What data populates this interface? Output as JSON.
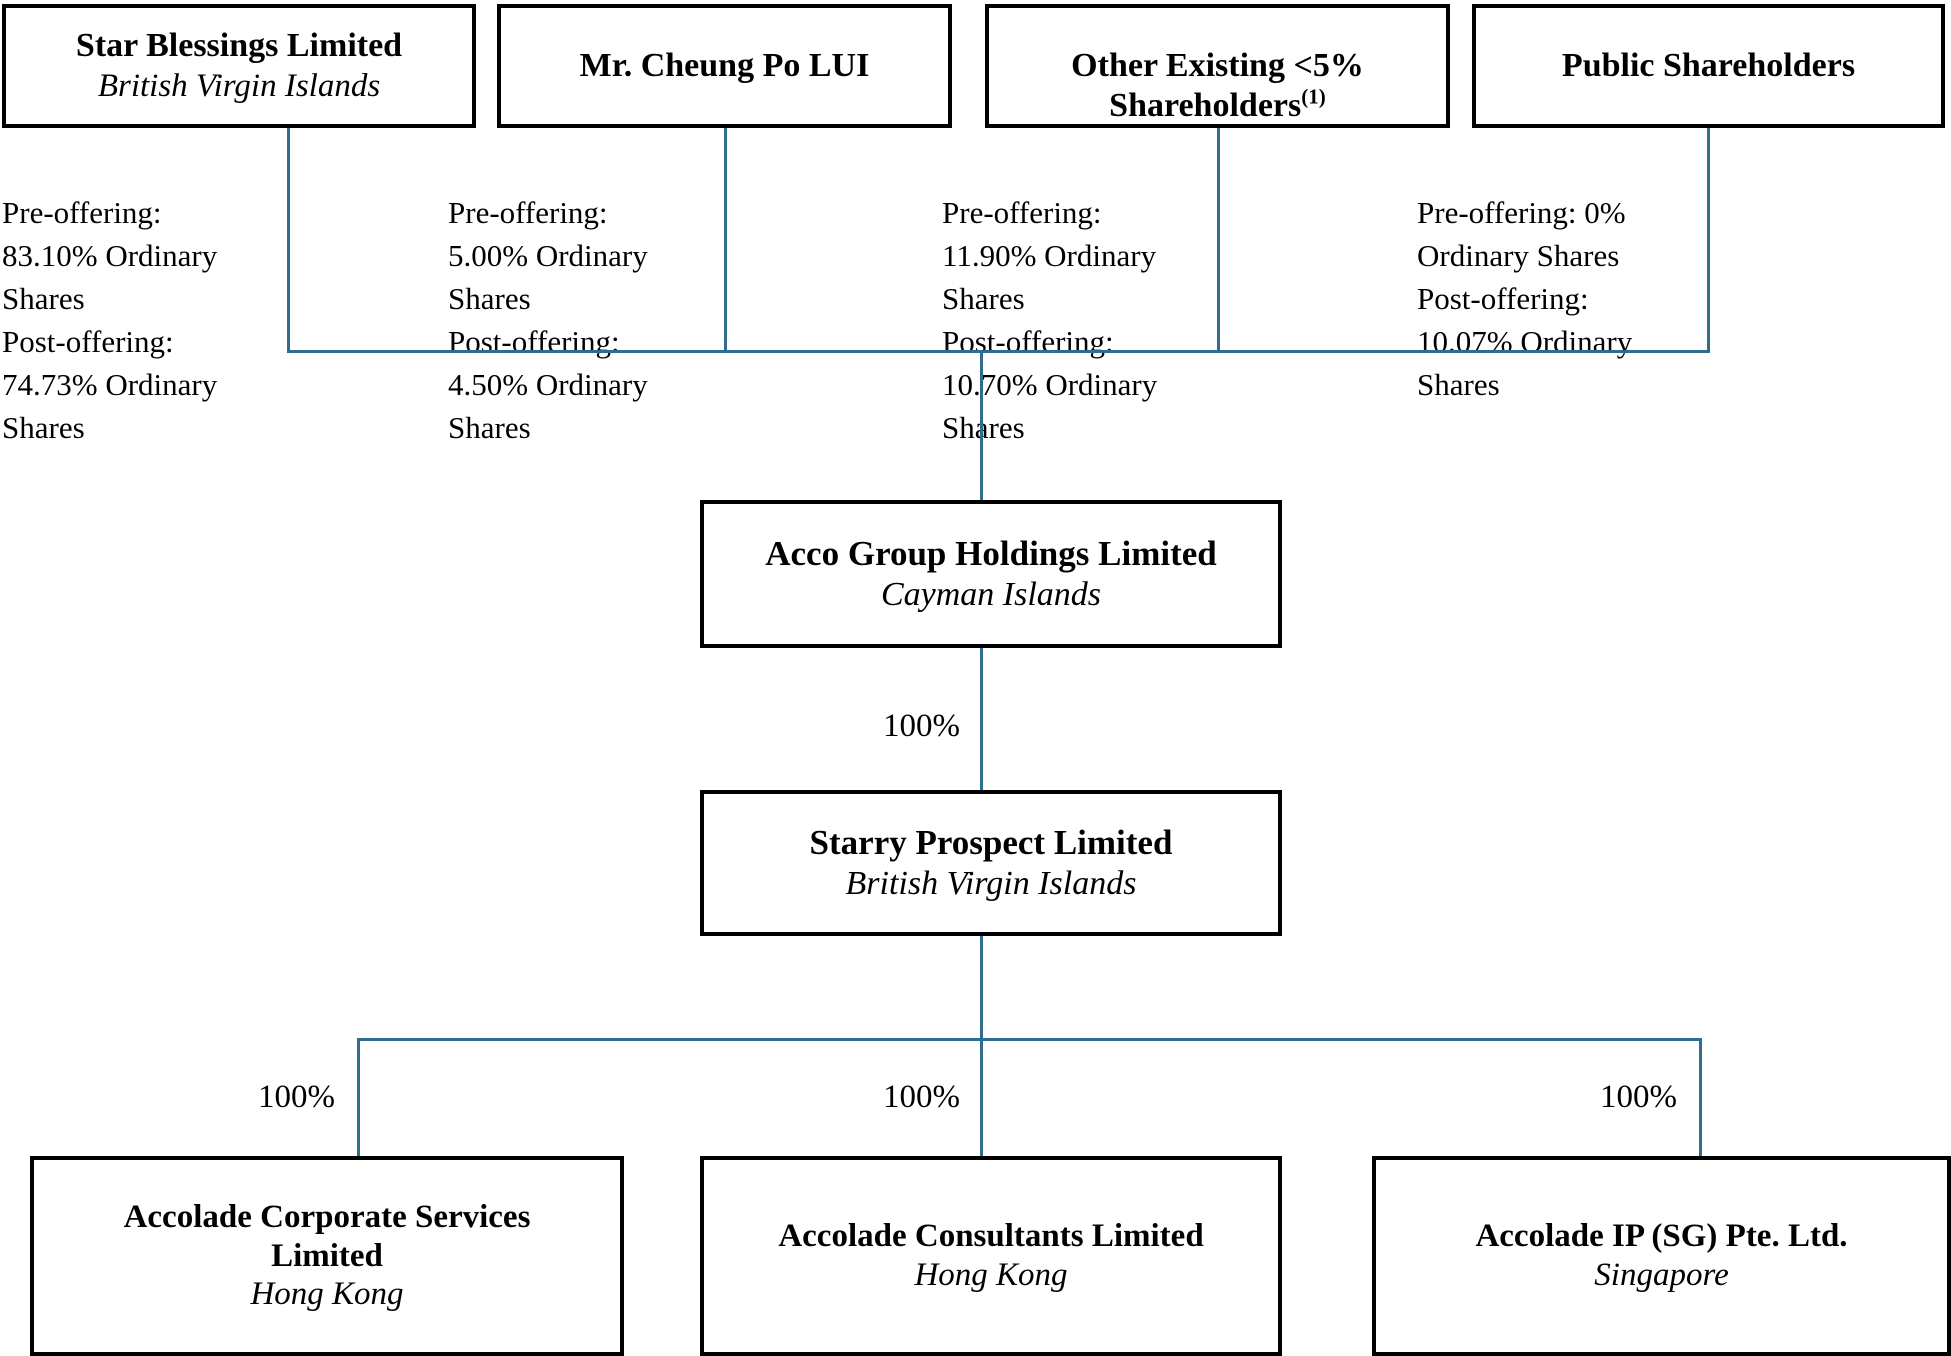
{
  "diagram": {
    "title": "Corporate shareholding and group structure chart",
    "line_color": "#2e6d8e",
    "box_border_color": "#000000",
    "background": "#ffffff",
    "shareholders": [
      {
        "name": "Star Blessings Limited",
        "jurisdiction": "British Virgin Islands",
        "holdings": "Pre-offering:\n83.10% Ordinary\nShares\nPost-offering:\n74.73% Ordinary\nShares",
        "pre_offering_pct": "83.10%",
        "post_offering_pct": "74.73%"
      },
      {
        "name": "Mr. Cheung Po LUI",
        "jurisdiction": "",
        "holdings": "Pre-offering:\n5.00% Ordinary\nShares\nPost-offering:\n4.50% Ordinary\nShares",
        "pre_offering_pct": "5.00%",
        "post_offering_pct": "4.50%"
      },
      {
        "name": "Other Existing <5%\nShareholders",
        "footnote": "(1)",
        "jurisdiction": "",
        "holdings": "Pre-offering:\n11.90% Ordinary\nShares\nPost-offering:\n10.70% Ordinary\nShares",
        "pre_offering_pct": "11.90%",
        "post_offering_pct": "10.70%"
      },
      {
        "name": "Public Shareholders",
        "jurisdiction": "",
        "holdings": "Pre-offering: 0%\nOrdinary Shares\nPost-offering:\n10.07% Ordinary\nShares",
        "pre_offering_pct": "0%",
        "post_offering_pct": "10.07%"
      }
    ],
    "holding_company": {
      "name": "Acco Group Holdings Limited",
      "jurisdiction": "Cayman Islands"
    },
    "intermediate_company": {
      "name": "Starry Prospect Limited",
      "jurisdiction": "British Virgin Islands",
      "ownership_label": "100%"
    },
    "subsidiaries": [
      {
        "name": "Accolade Corporate Services\nLimited",
        "jurisdiction": "Hong Kong",
        "ownership_label": "100%"
      },
      {
        "name": "Accolade Consultants Limited",
        "jurisdiction": "Hong Kong",
        "ownership_label": "100%"
      },
      {
        "name": "Accolade IP (SG) Pte. Ltd.",
        "jurisdiction": "Singapore",
        "ownership_label": "100%"
      }
    ]
  }
}
